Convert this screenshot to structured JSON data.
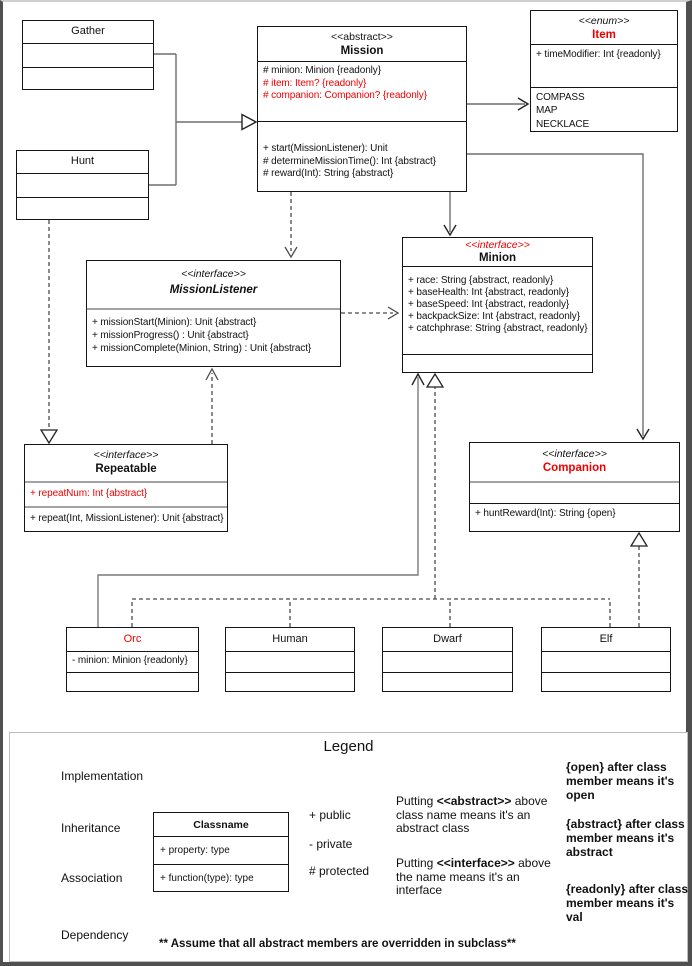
{
  "colors": {
    "accent_red": "#ee0000",
    "box_border": "#151515",
    "divider_gray": "#a3a3a3",
    "solid_line": "#7a7a7a",
    "dashed_line": "#4b4b4b",
    "frame_gray": "#4f4f4f"
  },
  "classes": {
    "gather": {
      "name": "Gather"
    },
    "hunt": {
      "name": "Hunt"
    },
    "mission": {
      "stereotype": "<<abstract>>",
      "name": "Mission",
      "attributes": [
        "# minion: Minion {readonly}",
        "# item: Item? {readonly}",
        "# companion: Companion? {readonly}"
      ],
      "methods": [
        "+ start(MissionListener): Unit",
        "# determineMissionTime(): Int {abstract}",
        "# reward(Int): String {abstract}"
      ]
    },
    "item": {
      "stereotype": "<<enum>>",
      "name": "Item",
      "attributes": [
        "+ timeModifier: Int {readonly}"
      ],
      "values": [
        "COMPASS",
        "MAP",
        "NECKLACE"
      ]
    },
    "missionListener": {
      "stereotype": "<<interface>>",
      "name": "MissionListener",
      "methods": [
        "+ missionStart(Minion): Unit {abstract}",
        "+ missionProgress() : Unit {abstract}",
        "+ missionComplete(Minion, String) : Unit {abstract}"
      ]
    },
    "minion": {
      "stereotype": "<<interface>>",
      "name": "Minion",
      "attributes": [
        "+ race: String {abstract, readonly}",
        "+ baseHealth: Int {abstract, readonly}",
        "+ baseSpeed: Int {abstract, readonly}",
        "+ backpackSize: Int {abstract, readonly}",
        "+ catchphrase: String {abstract, readonly}"
      ]
    },
    "repeatable": {
      "stereotype": "<<interface>>",
      "name": "Repeatable",
      "attributes": [
        "+ repeatNum: Int {abstract}"
      ],
      "methods": [
        "+ repeat(Int, MissionListener): Unit {abstract}"
      ]
    },
    "companion": {
      "stereotype": "<<interface>>",
      "name": "Companion",
      "methods": [
        "+ huntReward(Int): String {open}"
      ]
    },
    "orc": {
      "name": "Orc",
      "attributes": [
        "- minion: Minion {readonly}"
      ]
    },
    "human": {
      "name": "Human"
    },
    "dwarf": {
      "name": "Dwarf"
    },
    "elf": {
      "name": "Elf"
    }
  },
  "legend": {
    "title": "Legend",
    "arrow_labels": {
      "implementation": "Implementation",
      "inheritance": "Inheritance",
      "association": "Association",
      "dependency": "Dependency"
    },
    "sample_class": {
      "title": "Classname",
      "property": "+ property: type",
      "function": "+ function(type): type"
    },
    "visibility": {
      "public": "+ public",
      "private": "- private",
      "protected": "# protected"
    },
    "note_abstract": {
      "pre": "Putting ",
      "kw": "<<abstract>>",
      "post": " above class name means it's an abstract class"
    },
    "note_interface": {
      "pre": "Putting ",
      "kw": "<<interface>>",
      "post": " above the name means it's an interface"
    },
    "note_open": "{open} after class member means it's open",
    "note_abstract_member": "{abstract} after class member means it's abstract",
    "note_readonly": "{readonly} after class member means it's val",
    "footnote": "** Assume that all abstract members are overridden in subclass**"
  }
}
